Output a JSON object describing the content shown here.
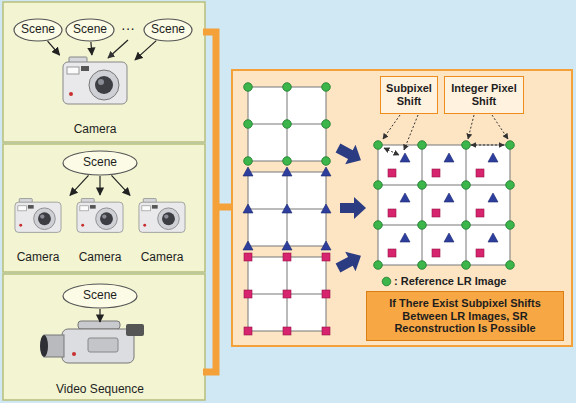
{
  "diagram": {
    "nodes": [
      {
        "text": [
          "Scene"
        ]
      },
      {
        "text": [
          "Scene"
        ]
      },
      {
        "text": [
          "Scene"
        ]
      },
      {
        "text": [
          "Camera"
        ]
      },
      {
        "text": [
          "Scene"
        ]
      },
      {
        "text": [
          "Camera"
        ]
      },
      {
        "text": [
          "Camera"
        ]
      },
      {
        "text": [
          "Camera"
        ]
      },
      {
        "text": [
          "Scene"
        ]
      },
      {
        "text": [
          "Video Sequence"
        ]
      },
      {
        "text": [
          "Subpixel Shift"
        ]
      },
      {
        "text": [
          "Integer Pixel Shift"
        ]
      },
      {
        "text": [
          "If There Exist Subpixel Shifts Between LR Images, SR Reconstruction Is Possible"
        ]
      }
    ],
    "edges": [
      {
        "from": 0,
        "to": 3,
        "arrow": "to"
      },
      {
        "from": 1,
        "to": 3,
        "arrow": "to"
      },
      {
        "from": 2,
        "to": 3,
        "arrow": "to"
      },
      {
        "from": 4,
        "to": 5,
        "arrow": "to"
      },
      {
        "from": 4,
        "to": 6,
        "arrow": "to"
      },
      {
        "from": 4,
        "to": 7,
        "arrow": "to"
      },
      {
        "from": 8,
        "to": 9,
        "arrow": "to"
      }
    ],
    "labels": [
      "···"
    ],
    "legend": [
      {
        "text": ": Reference LR Image",
        "color": "#3cb54a"
      }
    ]
  }
}
